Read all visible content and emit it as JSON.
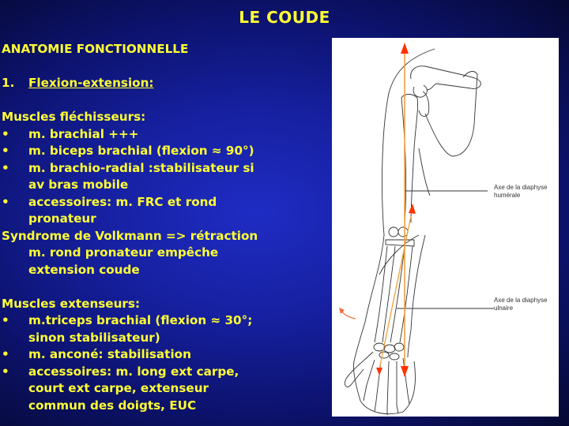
{
  "slide": {
    "title": "LE COUDE",
    "colors": {
      "text": "#ffff33",
      "background": "#1620a0",
      "axis_arrow": "#ff3300",
      "bone_axis": "#f0a040"
    }
  },
  "content": {
    "heading": "ANATOMIE FONCTIONNELLE",
    "section_number": "1.",
    "section_title": "Flexion-extension:",
    "flexors": {
      "heading": "Muscles fléchisseurs:",
      "items": [
        {
          "bullet": "•",
          "lines": [
            "m. brachial +++"
          ]
        },
        {
          "bullet": "•",
          "lines": [
            "m. biceps brachial (flexion ≈ 90°)"
          ]
        },
        {
          "bullet": "•",
          "lines": [
            "m. brachio-radial :stabilisateur si",
            "av bras mobile"
          ]
        },
        {
          "bullet": "•",
          "lines": [
            "accessoires: m. FRC et rond",
            "pronateur"
          ]
        }
      ]
    },
    "volkmann": {
      "lines": [
        "Syndrome de Volkmann => rétraction",
        "m. rond pronateur empêche",
        "extension coude"
      ]
    },
    "extensors": {
      "heading": "Muscles extenseurs:",
      "items": [
        {
          "bullet": "•",
          "lines": [
            "m.triceps brachial (flexion ≈ 30°;",
            "sinon stabilisateur)"
          ]
        },
        {
          "bullet": "•",
          "lines": [
            "m. anconé: stabilisation"
          ]
        },
        {
          "bullet": "•",
          "lines": [
            "accessoires: m. long ext carpe,",
            "court ext carpe, extenseur",
            "commun des doigts, EUC"
          ]
        }
      ]
    }
  },
  "figure": {
    "labels": {
      "humeral_axis": [
        "Axe de la diaphyse",
        "humérale"
      ],
      "ulnar_axis": [
        "Axe de la diaphyse",
        "ulnaire"
      ]
    }
  }
}
